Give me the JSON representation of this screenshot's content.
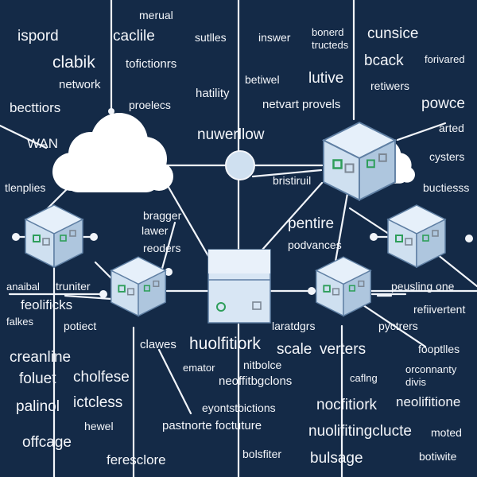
{
  "colors": {
    "background": "#142a47",
    "line": "#f2f5fa",
    "node_light": "#e6f0fa",
    "node_mid": "#cfe0f0",
    "node_dark": "#aec6de",
    "node_edge": "#5f7fa3",
    "cloud": "#ffffff",
    "green_mark": "#2e9e5a",
    "gray_mark": "#7c8794",
    "text": "#f4f6fa"
  },
  "nodes": {
    "cloud_left": "cloud-icon",
    "cloud_right": "cloud-icon",
    "hub": "hub-node-icon",
    "server_center": "server-box-icon",
    "cube_top_right": "server-cube-icon",
    "cube_left": "server-cube-icon",
    "cube_mid_left": "server-cube-icon",
    "cube_mid_right": "server-cube-icon",
    "cube_right": "server-cube-icon"
  },
  "labels": {
    "merual": "merual",
    "ispord": "ispord",
    "caclile": "caclile",
    "sutlles": "sutlles",
    "inswer": "inswer",
    "bonerd": "bonerd",
    "tructeds": "tructeds",
    "cunsice": "cunsice",
    "clabik": "clabik",
    "tofictionrs": "tofictionrs",
    "bcack": "bcack",
    "forivared": "forivared",
    "network": "network",
    "betiwel": "betiwel",
    "lutive": "lutive",
    "retiwers": "retiwers",
    "hatility": "hatility",
    "becttiors": "becttiors",
    "proelecs": "proelecs",
    "netvart_provels": "netvart provels",
    "powce": "powce",
    "arted": "arted",
    "nuwerllow": "nuwerllow",
    "wan": "WAN",
    "cysters": "cysters",
    "bristiruil": "bristiruil",
    "tlenplies": "tlenplies",
    "buctiesss": "buctiesss",
    "bragger": "bragger",
    "lawer": "lawer",
    "pentire": "pentire",
    "reoders": "reoders",
    "podvances": "podvances",
    "anaibal": "anaibal",
    "truniter": "truniter",
    "peusling_one": "peusling one",
    "feolificks": "feolificks",
    "refiivertent": "refiivertent",
    "falkes": "falkes",
    "potiect": "potiect",
    "laratdgrs": "laratdgrs",
    "pyctrers": "pyctrers",
    "clawes": "clawes",
    "huolfitiork": "huolfitiork",
    "scale": "scale",
    "verters": "verters",
    "fooptlles": "fooptlles",
    "creanline": "creanline",
    "emator": "emator",
    "nitbolce": "nitbolce",
    "orconnanty": "orconnanty",
    "foluet": "foluet",
    "cholfese": "cholfese",
    "caflng": "caflng",
    "divis": "divis",
    "neoffitbgclons": "neoffitbgclons",
    "palinol": "palinol",
    "ictcless": "ictcless",
    "eyontstbictions": "eyontstbictions",
    "nocfitiork": "nocfitiork",
    "neolifitione": "neolifitione",
    "hewel": "hewel",
    "pastnorte_foctuture": "pastnorte foctuture",
    "nuolifitingclucte": "nuolifitingclucte",
    "moted": "moted",
    "offcage": "offcage",
    "bolsfiter": "bolsfiter",
    "bulsage": "bulsage",
    "botiwite": "botiwite",
    "feresclore": "feresclore"
  }
}
